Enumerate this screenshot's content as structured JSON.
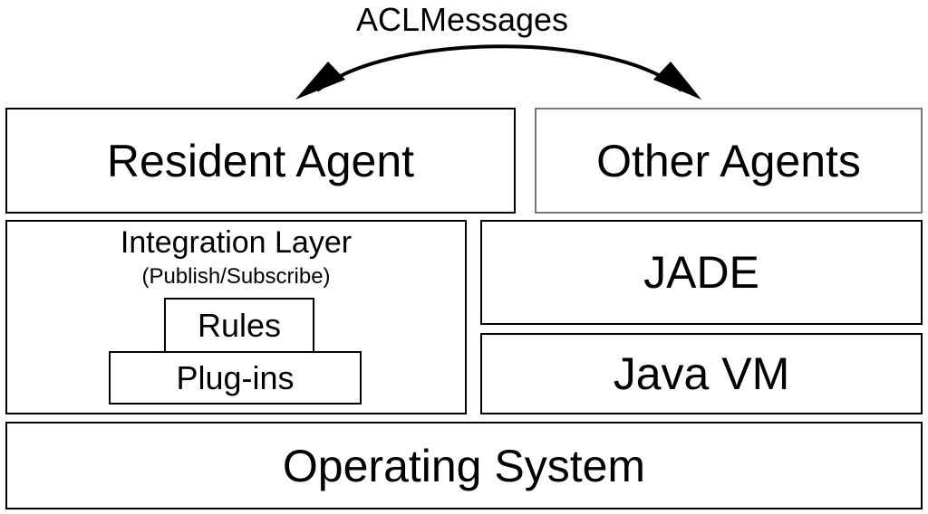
{
  "diagram": {
    "arrow_label": "ACLMessages",
    "resident_agent": "Resident Agent",
    "other_agents": "Other Agents",
    "integration_layer": {
      "title": "Integration Layer",
      "subtitle": "(Publish/Subscribe)",
      "rules": "Rules",
      "plugins": "Plug-ins"
    },
    "jade": "JADE",
    "java_vm": "Java VM",
    "operating_system": "Operating System"
  }
}
